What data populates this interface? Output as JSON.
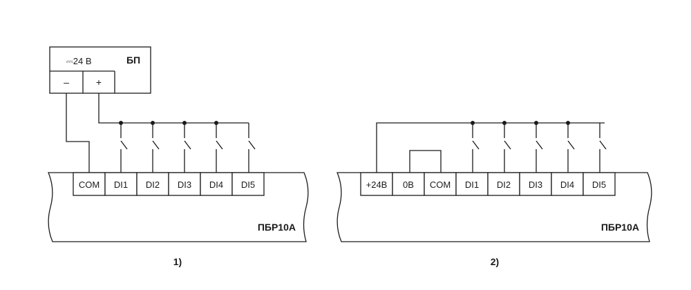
{
  "diagram1": {
    "power_supply": {
      "title": "БП",
      "voltage": "⎓24 В",
      "minus": "–",
      "plus": "+"
    },
    "terminals": [
      "COM",
      "DI1",
      "DI2",
      "DI3",
      "DI4",
      "DI5"
    ],
    "device_label": "ПБР10А",
    "caption": "1)"
  },
  "diagram2": {
    "terminals": [
      "+24В",
      "0В",
      "COM",
      "DI1",
      "DI2",
      "DI3",
      "DI4",
      "DI5"
    ],
    "device_label": "ПБР10А",
    "caption": "2)"
  }
}
